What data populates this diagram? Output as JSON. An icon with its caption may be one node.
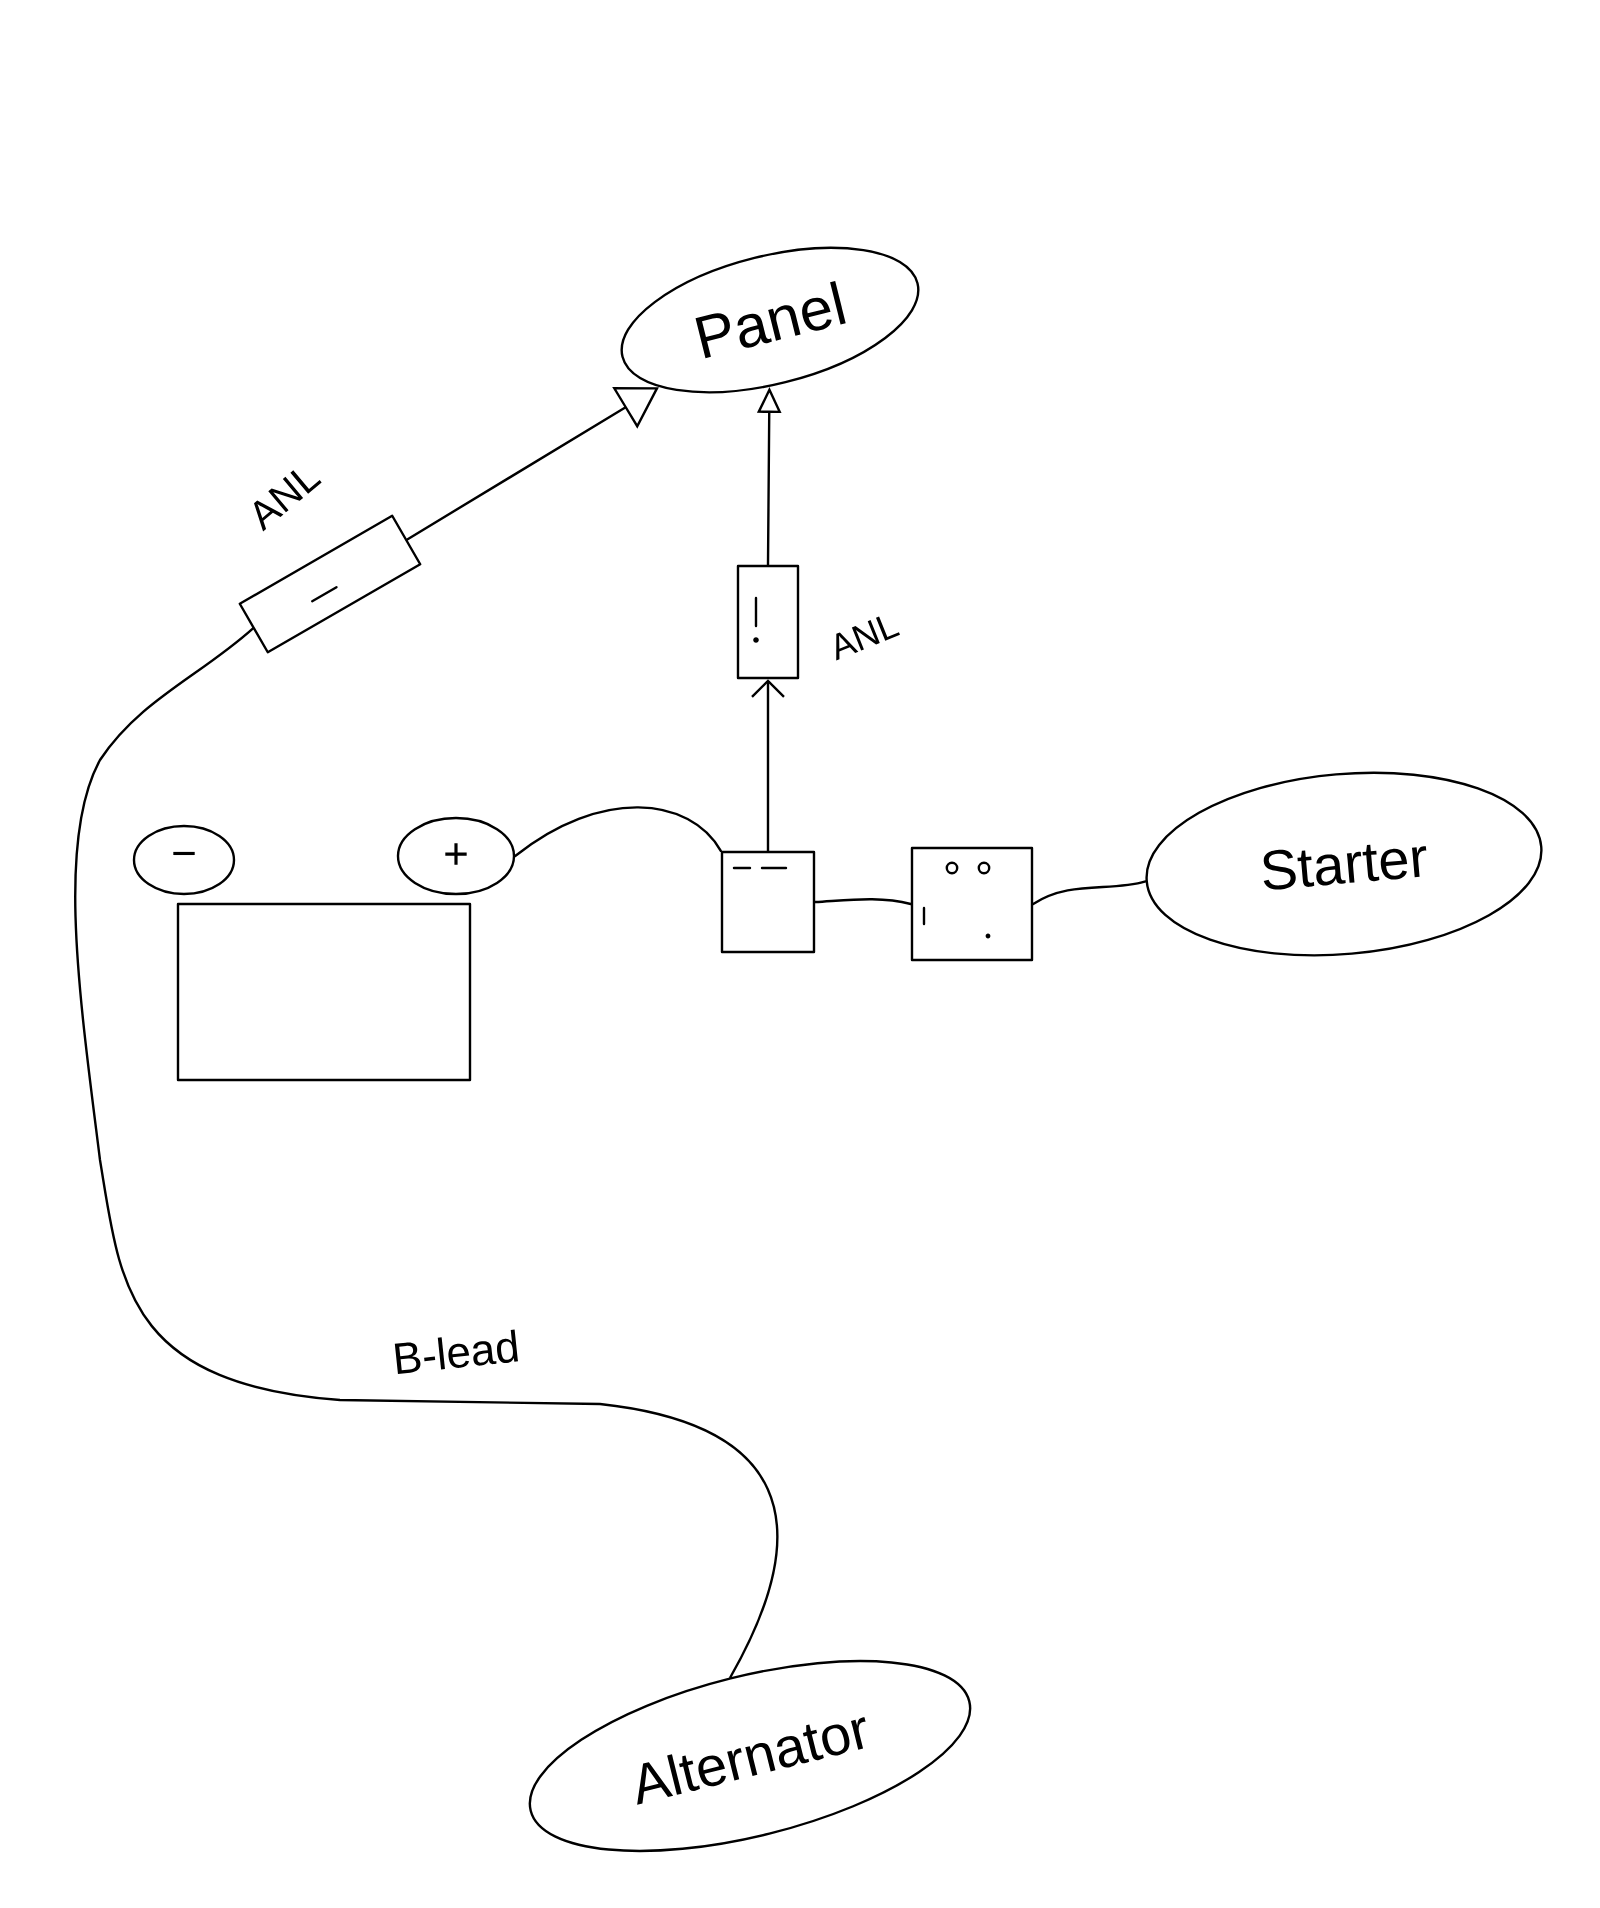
{
  "diagram": {
    "nodes": [
      {
        "text": [
          "Panel"
        ]
      },
      {
        "text": [],
        "shape": "box",
        "beside": [
          "ANL"
        ]
      },
      {
        "text": [],
        "shape": "box",
        "beside": [
          "ANL"
        ]
      },
      {
        "text": [
          "−"
        ]
      },
      {
        "text": [
          "+"
        ]
      },
      {
        "text": [],
        "shape": "box"
      },
      {
        "text": [],
        "shape": "box"
      },
      {
        "text": [
          "Starter"
        ]
      },
      {
        "text": [],
        "shape": "box"
      },
      {
        "text": [
          "Alternator"
        ]
      }
    ],
    "edges": [
      {
        "from": 9,
        "to": 1,
        "arrow": "none",
        "label": "B-lead"
      },
      {
        "from": 1,
        "to": 0,
        "arrow": "to"
      },
      {
        "from": 4,
        "to": 5,
        "arrow": "none"
      },
      {
        "from": 5,
        "to": 2,
        "arrow": "to"
      },
      {
        "from": 2,
        "to": 0,
        "arrow": "to"
      },
      {
        "from": 5,
        "to": 6,
        "arrow": "none"
      },
      {
        "from": 6,
        "to": 7,
        "arrow": "none"
      }
    ]
  }
}
